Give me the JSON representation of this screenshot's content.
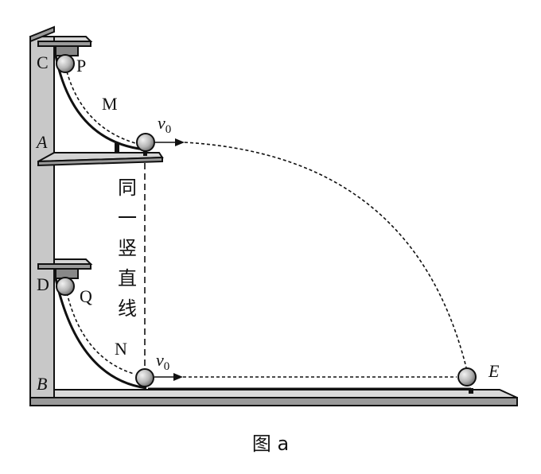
{
  "labels": {
    "C": "C",
    "P": "P",
    "M": "M",
    "A": "A",
    "v0_top": "v",
    "v0_top_sub": "0",
    "D": "D",
    "Q": "Q",
    "N": "N",
    "B": "B",
    "v0_bottom": "v",
    "v0_bottom_sub": "0",
    "E": "E"
  },
  "vertical_line_text": [
    "同",
    "一",
    "竖",
    "直",
    "线"
  ],
  "caption": "图 a"
}
